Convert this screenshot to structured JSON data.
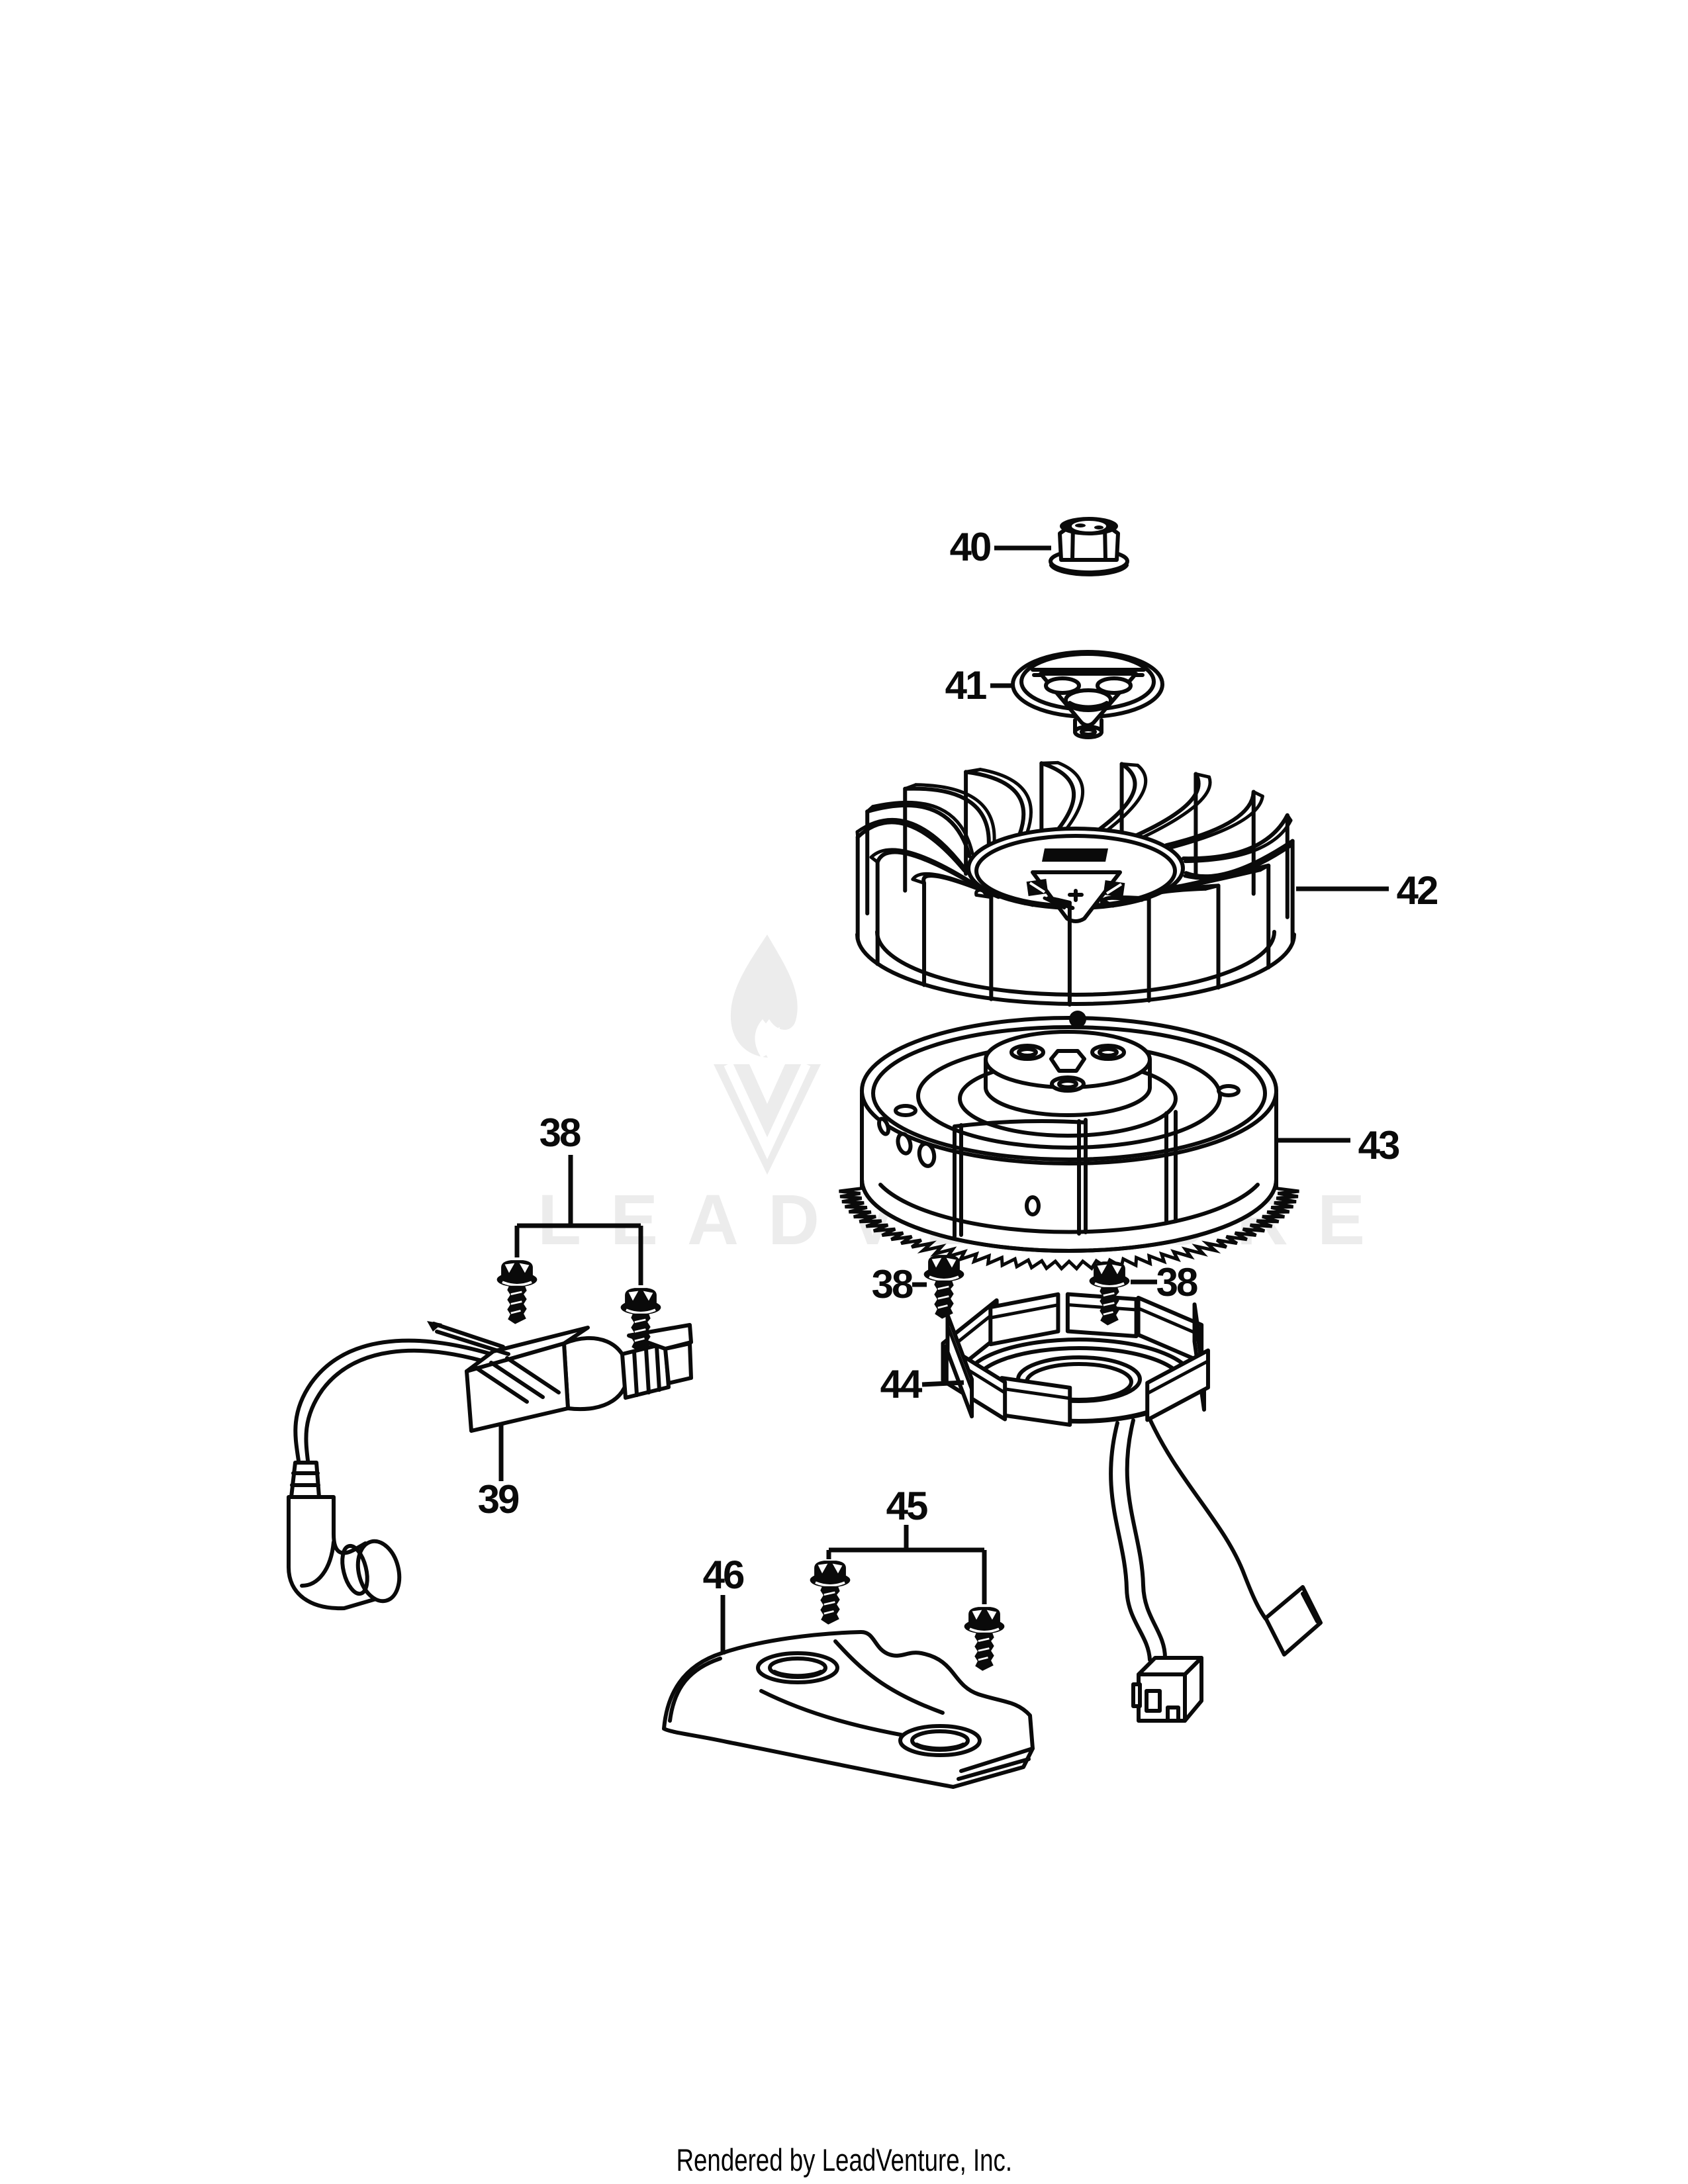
{
  "page": {
    "background_color": "#ffffff"
  },
  "watermark": {
    "logo": "leadventure-flame-v-logo",
    "text": "LEADVENTURE",
    "color": "#ececec"
  },
  "footer": {
    "text": "Rendered by LeadVenture, Inc."
  },
  "diagram": {
    "type": "exploded-parts-diagram",
    "subject": "engine-flywheel-and-ignition-assembly",
    "callouts": [
      {
        "id": "38-bracket",
        "text": "38",
        "part": "hex-flange-screw-pair"
      },
      {
        "id": "38-left",
        "text": "38",
        "part": "hex-flange-screw"
      },
      {
        "id": "38-right",
        "text": "38",
        "part": "hex-flange-screw"
      },
      {
        "id": "39",
        "text": "39",
        "part": "ignition-coil-with-plug-boot"
      },
      {
        "id": "40",
        "text": "40",
        "part": "flange-lock-nut"
      },
      {
        "id": "41",
        "text": "41",
        "part": "starter-cup-washer"
      },
      {
        "id": "42",
        "text": "42",
        "part": "flywheel-cooling-fan"
      },
      {
        "id": "43",
        "text": "43",
        "part": "flywheel-with-ring-gear"
      },
      {
        "id": "44",
        "text": "44",
        "part": "alternator-stator"
      },
      {
        "id": "45",
        "text": "45",
        "part": "hex-flange-screw-pair"
      },
      {
        "id": "46",
        "text": "46",
        "part": "baffle-plate"
      }
    ]
  }
}
